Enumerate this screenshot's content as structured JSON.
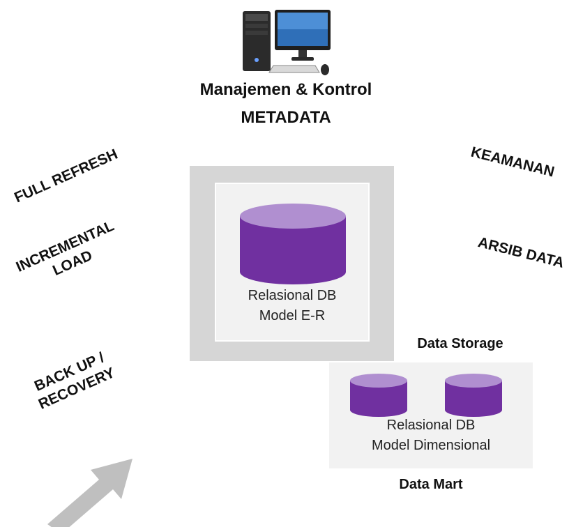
{
  "header": {
    "title_line1": "Manajemen & Kontrol",
    "title_line2": "METADATA"
  },
  "left_labels": {
    "full_refresh": "FULL REFRESH",
    "incremental_line1": "INCREMENTAL",
    "incremental_line2": "LOAD",
    "backup_line1": "BACK UP /",
    "backup_line2": "RECOVERY"
  },
  "right_labels": {
    "keamanan": "KEAMANAN",
    "arsib_data": "ARSIB DATA"
  },
  "storage": {
    "db_line1": "Relasional DB",
    "db_line2": "Model E-R",
    "caption": "Data Storage"
  },
  "mart": {
    "db_line1": "Relasional DB",
    "db_line2": "Model Dimensional",
    "caption": "Data Mart"
  },
  "colors": {
    "cylinder_body": "#7030a0",
    "cylinder_top": "#b08fd0",
    "arrow": "#bfbfbf",
    "outer_box": "#d6d6d6",
    "inner_box": "#f2f2f2"
  },
  "icons": {
    "computer": "desktop-computer-icon",
    "arrow": "up-right-arrow-icon"
  }
}
